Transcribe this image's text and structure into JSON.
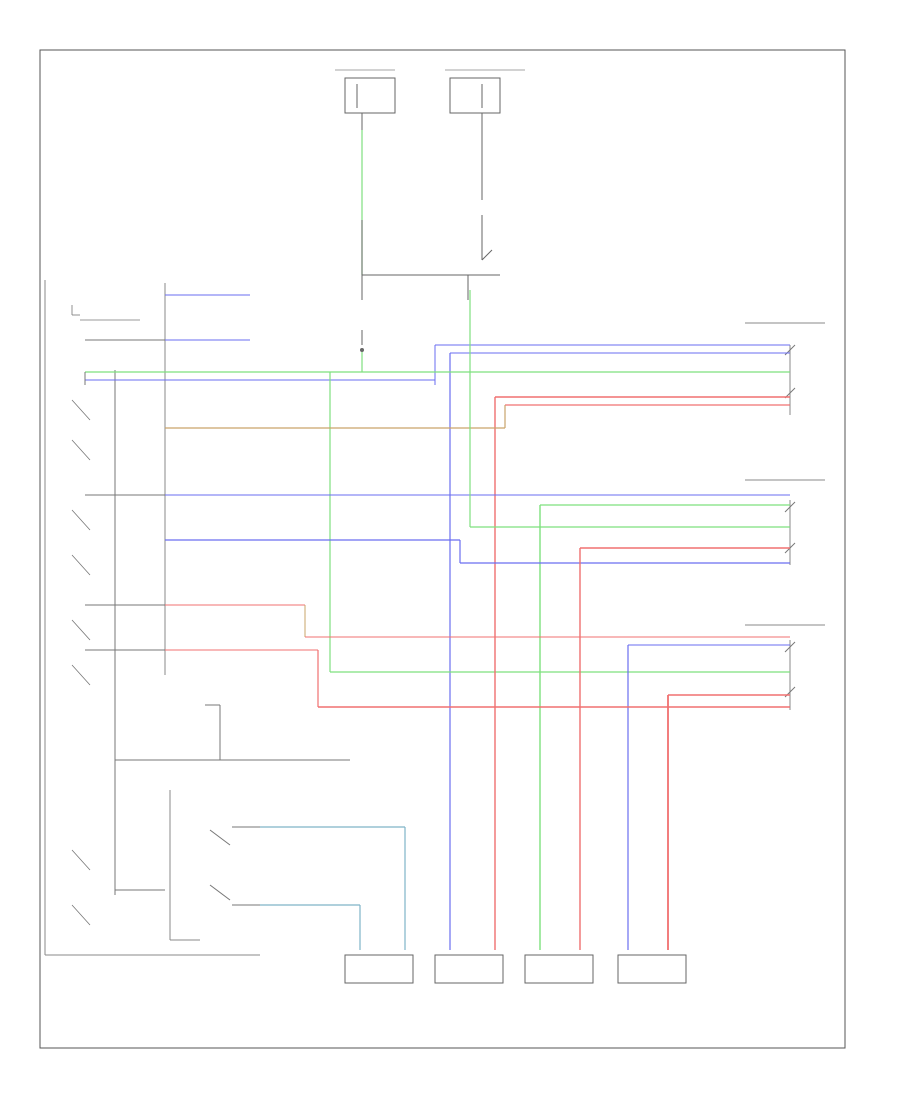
{
  "diagram": {
    "title": "",
    "footer_code": "",
    "colors": {
      "frame": "#555555",
      "black_wire": "#666666",
      "green_wire": "#7ee07e",
      "blue_wire": "#6a6ef0",
      "red_wire": "#f07070",
      "orange_wire": "#c9a46a",
      "teal_wire": "#7fb3c8"
    },
    "top_fuses": {
      "left_header": "",
      "left_label": "",
      "right_header": "",
      "right_label": ""
    },
    "top_wires": {
      "left_wire": "",
      "right_wire": "",
      "left_splice": "",
      "right_splice": "",
      "relay_label": "",
      "switch_label": "",
      "left_ground": "",
      "right_ground": ""
    },
    "master_switch": {
      "door_lock_label": "",
      "lock_out_label": "",
      "left_front_label": "",
      "right_front_label": "",
      "right_rear_label": "",
      "left_rear_label": "",
      "power_window_label": "",
      "auto_label": "",
      "switch_unit_label": ""
    },
    "connector_labels": {
      "right_group_1": "",
      "right_group_2": "",
      "right_group_3": ""
    },
    "motors": [
      {
        "name": "left-front-motor",
        "label": ""
      },
      {
        "name": "left-rear-motor",
        "label": ""
      },
      {
        "name": "right-rear-motor",
        "label": ""
      },
      {
        "name": "right-front-motor",
        "label": ""
      }
    ],
    "window_switches": [
      {
        "name": "left-rear-window-switch",
        "label": ""
      },
      {
        "name": "right-rear-window-switch",
        "label": ""
      },
      {
        "name": "right-front-window-switch",
        "label": ""
      }
    ],
    "relay_note": ""
  }
}
